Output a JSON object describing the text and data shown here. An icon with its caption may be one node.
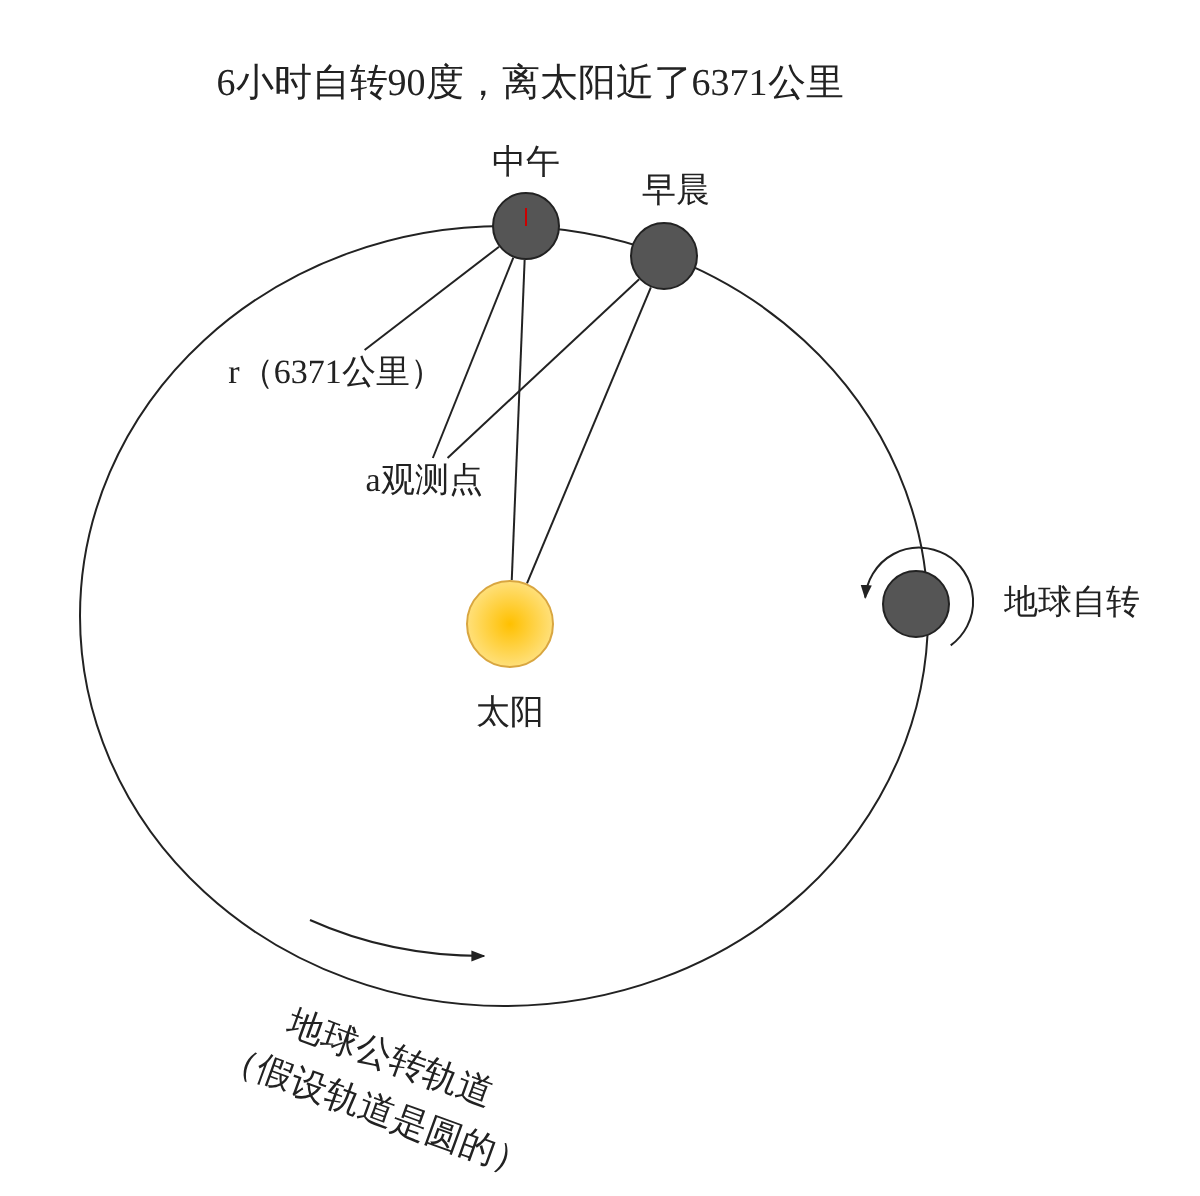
{
  "diagram": {
    "title": "6小时自转90度，离太阳近了6371公里",
    "nodes": [
      {
        "text": [
          "中午"
        ]
      },
      {
        "text": [
          "早晨"
        ]
      },
      {
        "text": [],
        "shape": "circle",
        "beside": [
          "地球自转"
        ]
      },
      {
        "text": [
          "太阳"
        ]
      },
      {
        "text": [
          "r（6371公里）"
        ]
      },
      {
        "text": [
          "a观测点"
        ]
      }
    ],
    "edges": [
      {
        "from": 4,
        "to": 0,
        "arrow": "none"
      },
      {
        "from": 5,
        "to": 0,
        "arrow": "none"
      },
      {
        "from": 5,
        "to": 1,
        "arrow": "none"
      },
      {
        "from": 0,
        "to": 3,
        "arrow": "none"
      },
      {
        "from": 1,
        "to": 3,
        "arrow": "none"
      }
    ],
    "labels": [
      "地球公转轨道",
      "（假设轨道是圆的）"
    ]
  }
}
